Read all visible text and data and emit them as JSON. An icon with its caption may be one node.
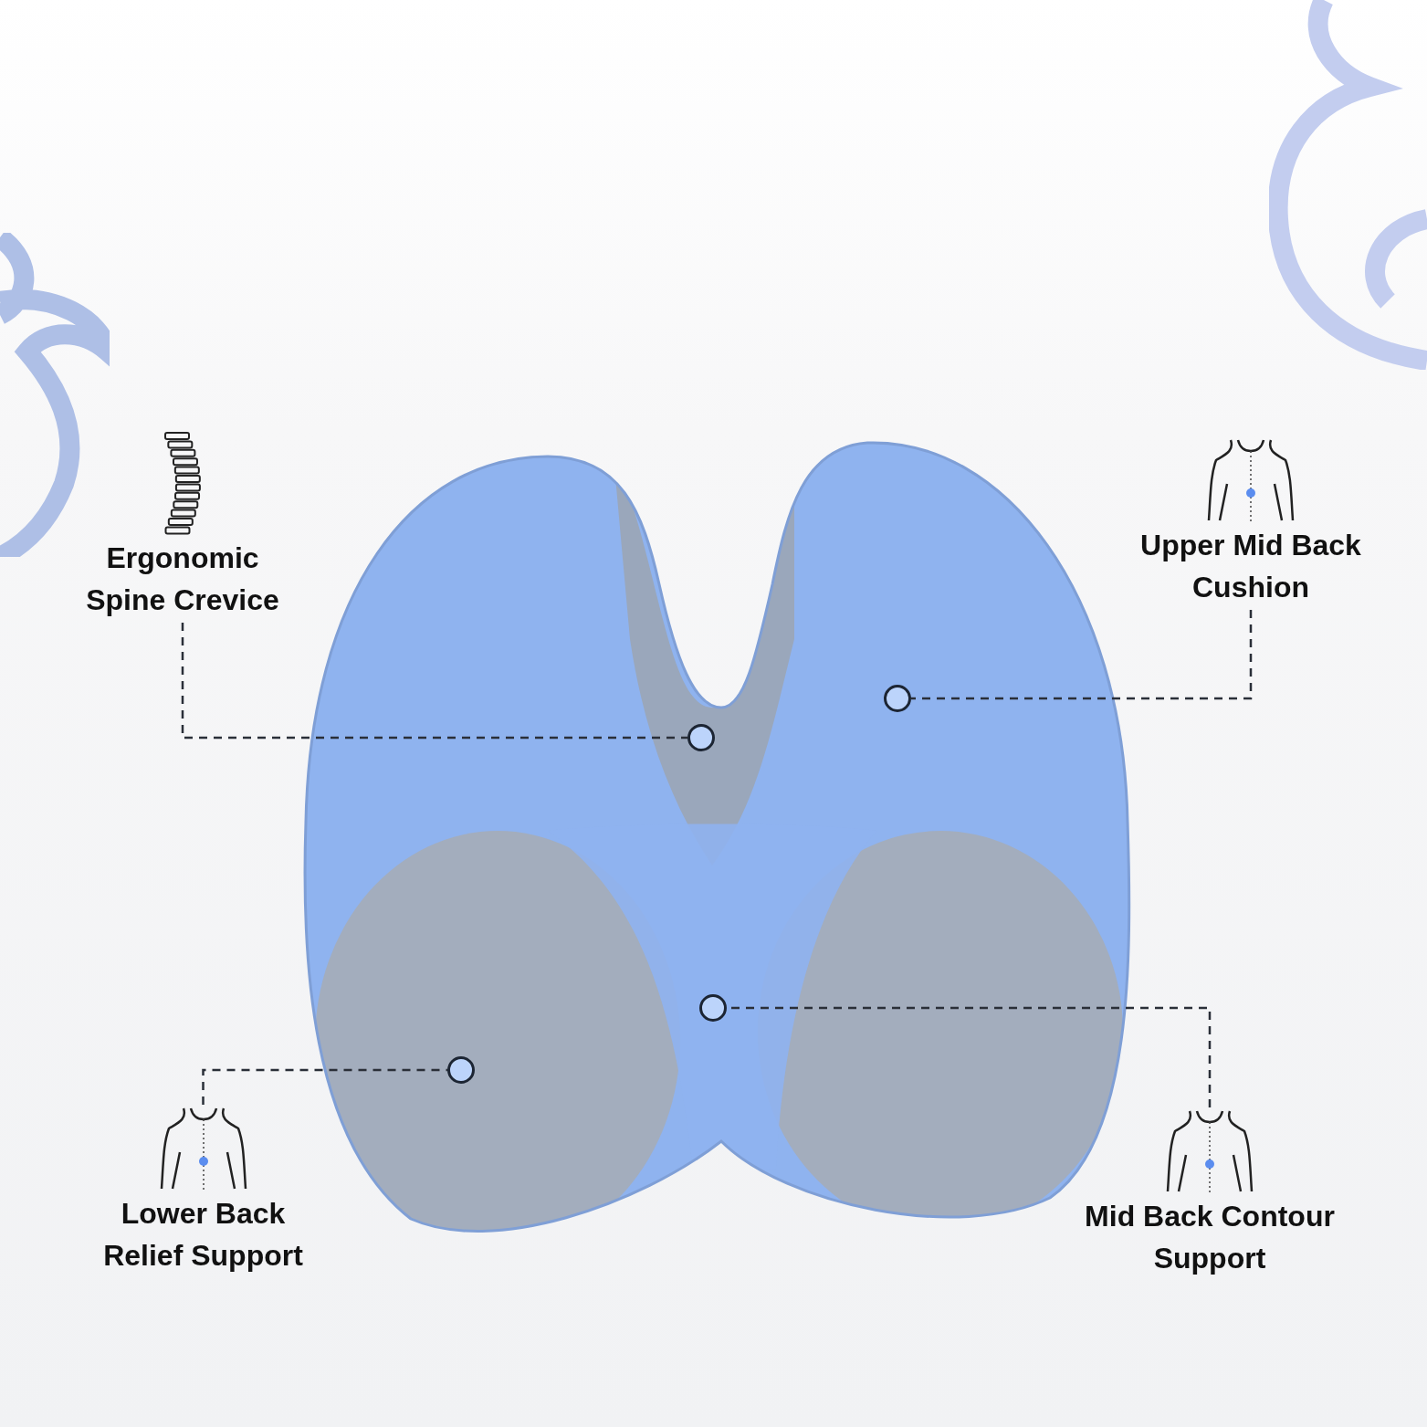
{
  "diagram": {
    "nodes": [
      {
        "text": [
          "Ergonomic Spine Crevice"
        ]
      },
      {
        "text": [
          "Upper Mid Back Cushion"
        ]
      },
      {
        "text": [],
        "shape": "picture"
      },
      {
        "text": [],
        "shape": "circle",
        "in": 2
      },
      {
        "text": [],
        "shape": "circle",
        "in": 2
      },
      {
        "text": [],
        "shape": "circle",
        "in": 2
      },
      {
        "text": [],
        "shape": "circle",
        "in": 2
      },
      {
        "text": [
          "Lower Back Relief Support"
        ]
      },
      {
        "text": [
          "Mid Back Contour Support"
        ]
      }
    ],
    "edges": [
      {
        "from": 0,
        "to": 4,
        "arrow": "none",
        "style": "dashed"
      },
      {
        "from": 1,
        "to": 6,
        "arrow": "none",
        "style": "dashed"
      },
      {
        "from": 7,
        "to": 3,
        "arrow": "none",
        "style": "dashed"
      },
      {
        "from": 8,
        "to": 5,
        "arrow": "none",
        "style": "dashed"
      }
    ]
  }
}
